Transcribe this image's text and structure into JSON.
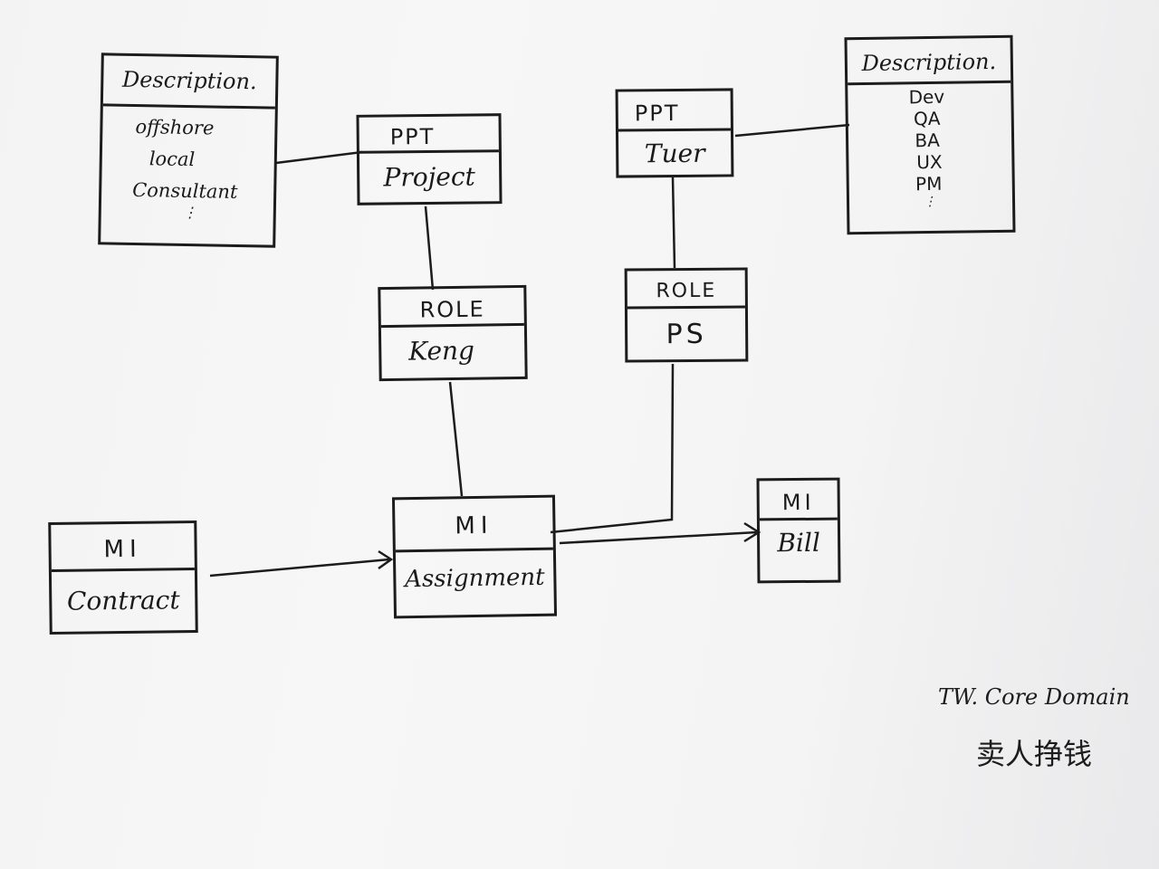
{
  "description_left": {
    "title": "Description.",
    "items": [
      "offshore",
      "local",
      "Consultant",
      "⋮"
    ]
  },
  "ppt_project": {
    "stereotype": "PPT",
    "name": "Project"
  },
  "role_keng": {
    "stereotype": "ROLE",
    "name": "Keng"
  },
  "ppt_tuer": {
    "stereotype": "PPT",
    "name": "Tuer"
  },
  "role_ps": {
    "stereotype": "ROLE",
    "name": "PS"
  },
  "description_right": {
    "title": "Description.",
    "items": [
      "Dev",
      "QA",
      "BA",
      "UX",
      "PM",
      "⋮"
    ]
  },
  "mi_contract": {
    "stereotype": "MI",
    "name": "Contract"
  },
  "mi_assignment": {
    "stereotype": "MI",
    "name": "Assignment"
  },
  "mi_bill": {
    "stereotype": "MI",
    "name": "Bill"
  },
  "caption": {
    "line1": "TW. Core Domain",
    "line2": "卖人挣钱"
  },
  "colors": {
    "paper": "#f4f4f4",
    "ink": "#1c1c1c"
  }
}
